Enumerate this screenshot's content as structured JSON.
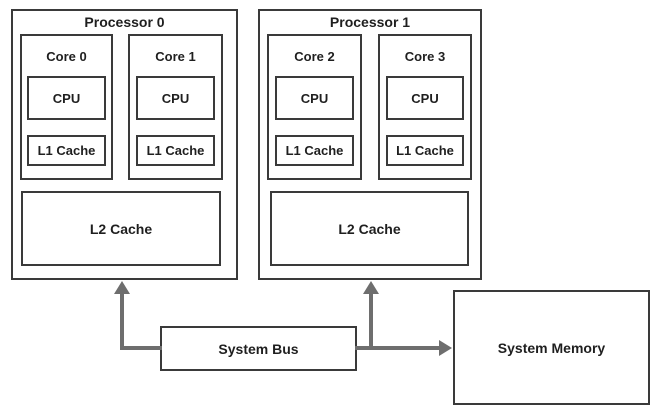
{
  "diagram": {
    "processors": [
      {
        "title": "Processor 0",
        "cores": [
          {
            "label": "Core 0",
            "cpu": "CPU",
            "l1": "L1 Cache"
          },
          {
            "label": "Core 1",
            "cpu": "CPU",
            "l1": "L1 Cache"
          }
        ],
        "l2": "L2 Cache"
      },
      {
        "title": "Processor 1",
        "cores": [
          {
            "label": "Core 2",
            "cpu": "CPU",
            "l1": "L1 Cache"
          },
          {
            "label": "Core 3",
            "cpu": "CPU",
            "l1": "L1 Cache"
          }
        ],
        "l2": "L2 Cache"
      }
    ],
    "bus": {
      "label": "System Bus"
    },
    "memory": {
      "label": "System Memory"
    },
    "connections": [
      {
        "from": "system-bus",
        "to": "processor-0",
        "style": "arrow-up"
      },
      {
        "from": "system-bus",
        "to": "processor-1",
        "style": "arrow-up"
      },
      {
        "from": "system-bus",
        "to": "system-memory",
        "style": "arrow-right"
      }
    ],
    "colors": {
      "border": "#3a3a3a",
      "arrow": "#6e6e6e",
      "text": "#1f1f1f",
      "background": "#ffffff"
    }
  }
}
